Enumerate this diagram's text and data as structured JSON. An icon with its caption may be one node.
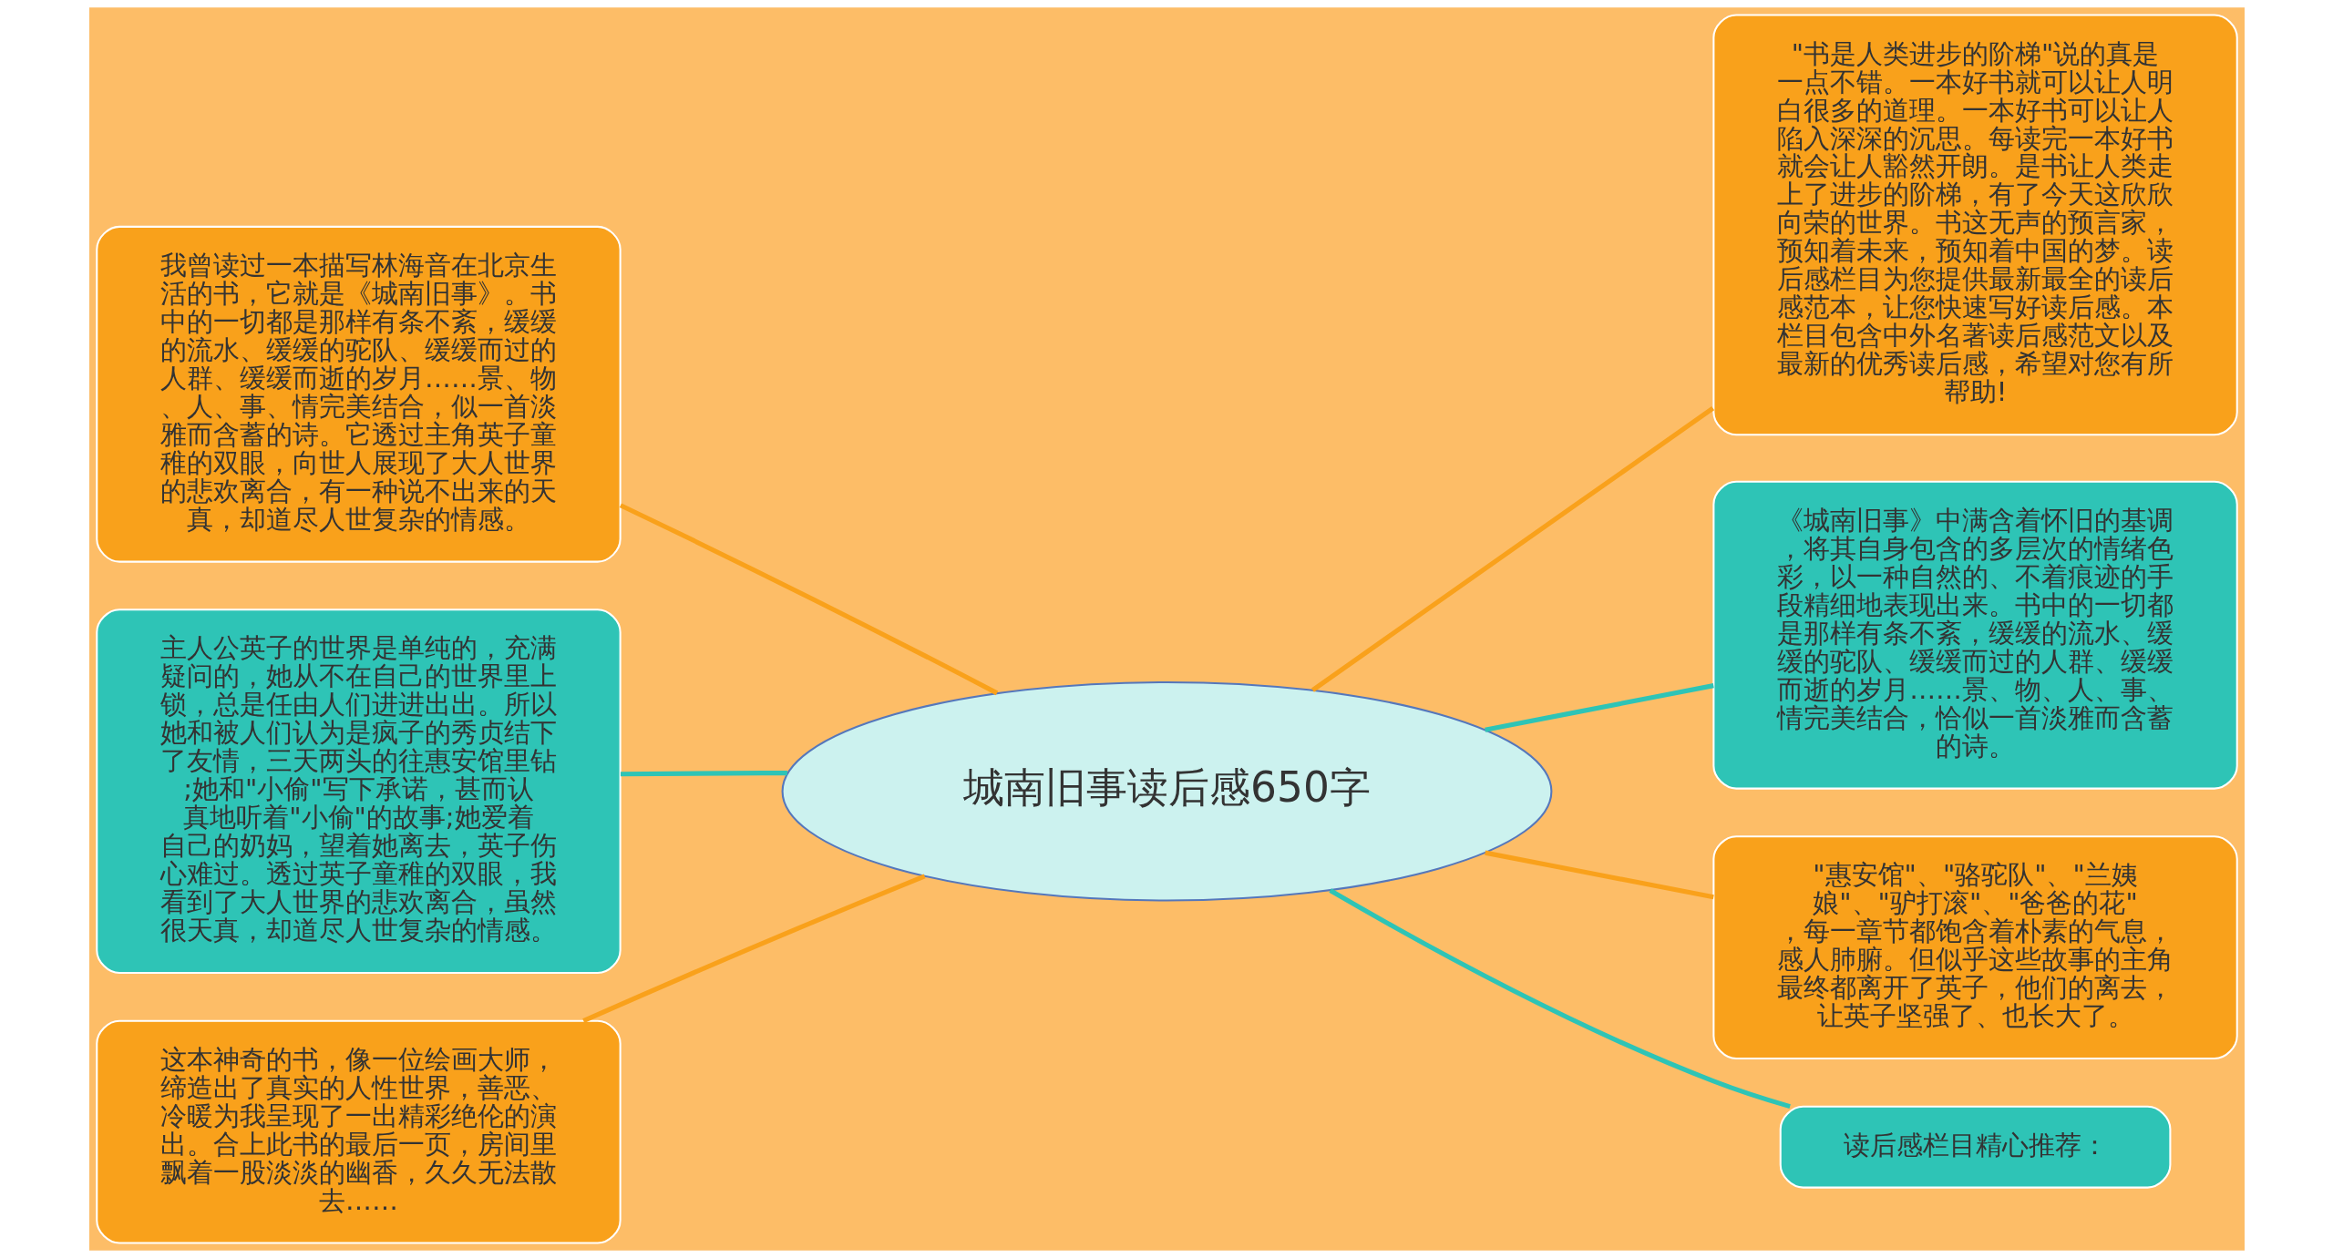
{
  "diagram": {
    "nodes": [
      {
        "text": [
          "城南旧事读后感650字"
        ]
      },
      {
        "text": [
          "我曾读过一本描写林海音在北京生活的书，它就是《城南旧事》。书中的一切都是那样有条不紊，缓缓的流水、缓缓的驼队、缓缓而过的人群、缓缓而逝的岁月……景、物、人、事、情完美结合，似一首淡雅而含蓄的诗。它透过主角英子童稚的双眼，向世人展现了大人世界的悲欢离合，有一种说不出来的天真，却道尽人世复杂的情感。"
        ]
      },
      {
        "text": [
          "主人公英子的世界是单纯的，充满疑问的，她从不在自己的世界里上锁，总是任由人们进进出出。所以她和被人们认为是疯子的秀贞结下了友情，三天两头的往惠安馆里钻;她和\"小偷\"写下承诺，甚而认真地听着\"小偷\"的故事;她爱着自己的奶妈，望着她离去，英子伤心难过。透过英子童稚的双眼，我看到了大人世界的悲欢离合，虽然很天真，却道尽人世复杂的情感。"
        ]
      },
      {
        "text": [
          "这本神奇的书，像一位绘画大师，缔造出了真实的人性世界，善恶、冷暖为我呈现了一出精彩绝伦的演出。合上此书的最后一页，房间里飘着一股淡淡的幽香，久久无法散去……"
        ]
      },
      {
        "text": [
          "\"书是人类进步的阶梯\"说的真是一点不错。一本好书就可以让人明白很多的道理。一本好书可以让人陷入深深的沉思。每读完一本好书就会让人豁然开朗。是书让人类走上了进步的阶梯，有了今天这欣欣向荣的世界。书这无声的预言家，预知着未来，预知着中国的梦。读后感栏目为您提供最新最全的读后感范本，让您快速写好读后感。本栏目包含中外名著读后感范文以及最新的优秀读后感，希望对您有所帮助!"
        ]
      },
      {
        "text": [
          "《城南旧事》中满含着怀旧的基调，将其自身包含的多层次的情绪色彩，以一种自然的、不着痕迹的手段精细地表现出来。书中的一切都是那样有条不紊，缓缓的流水、缓缓的驼队、缓缓而过的人群、缓缓而逝的岁月……景、物、人、事、情完美结合，恰似一首淡雅而含蓄的诗。"
        ]
      },
      {
        "text": [
          "\"惠安馆\"、\"骆驼队\"、\"兰姨娘\"、\"驴打滚\"、\"爸爸的花\"，每一章节都饱含着朴素的气息，感人肺腑。但似乎这些故事的主角最终都离开了英子，他们的离去，让英子坚强了、也长大了。"
        ]
      },
      {
        "text": [
          "读后感栏目精心推荐："
        ]
      }
    ],
    "edges": [
      {
        "from": 0,
        "to": 1,
        "arrow": "none"
      },
      {
        "from": 0,
        "to": 2,
        "arrow": "none",
        "color": "#2ec4b6"
      },
      {
        "from": 0,
        "to": 3,
        "arrow": "none"
      },
      {
        "from": 0,
        "to": 4,
        "arrow": "none"
      },
      {
        "from": 0,
        "to": 5,
        "arrow": "none",
        "color": "#2ec4b6"
      },
      {
        "from": 0,
        "to": 6,
        "arrow": "none"
      },
      {
        "from": 0,
        "to": 7,
        "arrow": "none",
        "color": "#2ec4b6"
      }
    ]
  }
}
